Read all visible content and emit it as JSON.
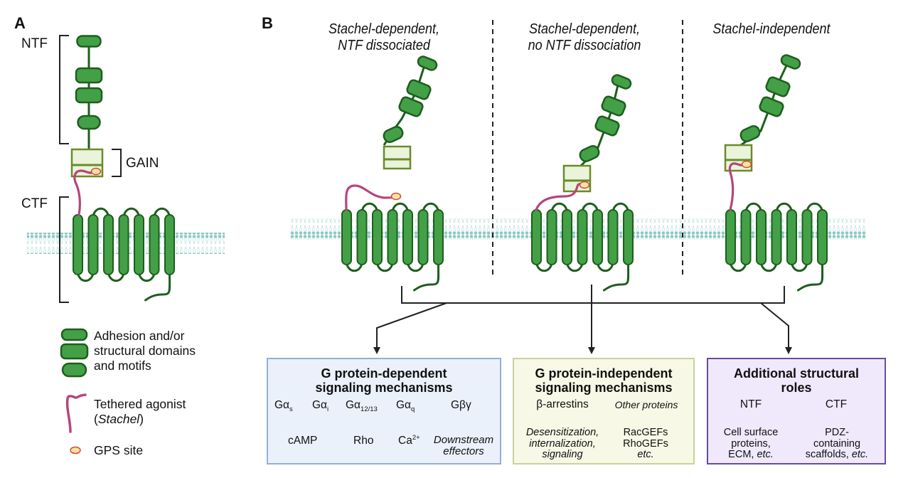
{
  "panel_a": {
    "letter": "A",
    "ntf_label": "NTF",
    "gain_label": "GAIN",
    "ctf_label": "CTF"
  },
  "legend": {
    "domains": "Adhesion and/or structural domains and motifs",
    "domains_lines": [
      "Adhesion and/or",
      "structural domains",
      "and motifs"
    ],
    "agonist_line1": "Tethered agonist",
    "agonist_open": "(",
    "agonist_italic": "Stachel",
    "agonist_close": ")",
    "gps": "GPS site"
  },
  "panel_b": {
    "letter": "B",
    "columns": [
      {
        "title_lines": [
          "Stachel-dependent,",
          "NTF dissociated"
        ]
      },
      {
        "title_lines": [
          "Stachel-dependent,",
          "no NTF dissociation"
        ]
      },
      {
        "title_lines": [
          "Stachel-independent"
        ]
      }
    ]
  },
  "boxes": {
    "g_dep": {
      "title_lines": [
        "G protein-dependent",
        "signaling mechanisms"
      ],
      "items": [
        {
          "base": "Gα",
          "sub": "s"
        },
        {
          "base": "Gα",
          "sub": "i"
        },
        {
          "base": "Gα",
          "sub": "12/13"
        },
        {
          "base": "Gα",
          "sub": "q"
        },
        {
          "base": "Gβγ",
          "sub": ""
        }
      ],
      "targets": {
        "camp": "cAMP",
        "rho": "Rho",
        "ca_base": "Ca",
        "ca_sup": "2+",
        "downstream_lines": [
          "Downstream",
          "effectors"
        ]
      }
    },
    "g_indep": {
      "title_lines": [
        "G protein-independent",
        "signaling mechanisms"
      ],
      "left_head": "β-arrestins",
      "left_lines": [
        "Desensitization,",
        "internalization,",
        "signaling"
      ],
      "right_head": "Other proteins",
      "right_lines": [
        "RacGEFs",
        "RhoGEFs",
        "etc."
      ]
    },
    "structural": {
      "title_lines": [
        "Additional structural",
        "roles"
      ],
      "left_head": "NTF",
      "left_lines": [
        "Cell surface",
        "proteins,",
        "ECM, "
      ],
      "left_etc": "etc.",
      "right_head": "CTF",
      "right_lines": [
        "PDZ-",
        "containing",
        "scaffolds, "
      ],
      "right_etc": "etc."
    }
  },
  "colors": {
    "domain_fill": "#43a047",
    "domain_stroke": "#1e5e1e",
    "gain_fill": "#eaf4da",
    "gain_stroke": "#6b8a2a",
    "stachel": "#b5467c",
    "gps_fill": "#f7e3a1",
    "gps_stroke": "#d04a3a",
    "membrane": "#8cc9c4",
    "box_blue_fill": "#eaf1fb",
    "box_blue_stroke": "#94afd6",
    "box_green_fill": "#f7f8e6",
    "box_green_stroke": "#c9d29a",
    "box_purple_fill": "#efe9fb",
    "box_purple_stroke": "#6a4c9c"
  }
}
